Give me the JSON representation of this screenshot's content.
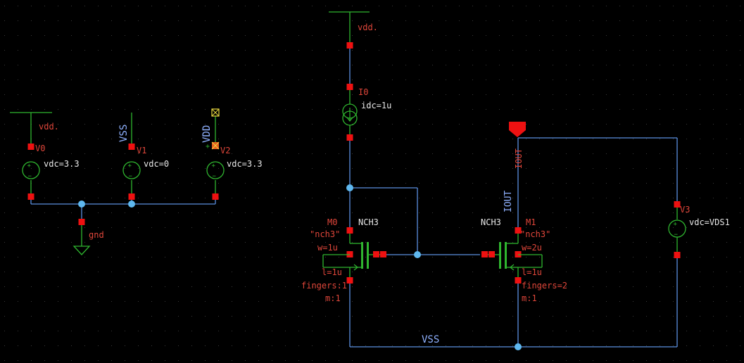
{
  "colors": {
    "background": "#000000",
    "wire": "#5b8fe0",
    "symbol": "#2fb52f",
    "pin": "#ee1111",
    "junction": "#5fb8ef",
    "label_red": "#e0463a",
    "label_blue": "#8fb1ff"
  },
  "supply_sources": {
    "v0": {
      "name": "V0",
      "param": "vdc=3.3",
      "net": "vdd."
    },
    "v1": {
      "name": "V1",
      "param": "vdc=0",
      "net": "VSS"
    },
    "v2": {
      "name": "V2",
      "param": "vdc=3.3",
      "net": "VDD"
    },
    "ground_label": "gnd"
  },
  "current_source": {
    "name": "I0",
    "param": "idc=1u",
    "net": "vdd."
  },
  "m0": {
    "name": "M0",
    "type": "NCH3",
    "model": "\"nch3\"",
    "w": "w=1u",
    "l": "l=1u",
    "fingers": "fingers:1",
    "m": "m:1"
  },
  "m1": {
    "name": "M1",
    "type": "NCH3",
    "model": "\"nch3\"",
    "w": "w=2u",
    "l": "l=1u",
    "fingers": "fingers=2",
    "m": "m:1"
  },
  "output": {
    "pin_label": "IOUT",
    "net_label": "IOUT"
  },
  "v3": {
    "name": "V3",
    "param": "vdc=VDS1"
  },
  "bottom_net": "VSS",
  "icons": [
    "voltage-source-icon",
    "current-source-icon",
    "ground-icon",
    "nmos-icon",
    "output-pin-icon",
    "noconnect-icon"
  ]
}
